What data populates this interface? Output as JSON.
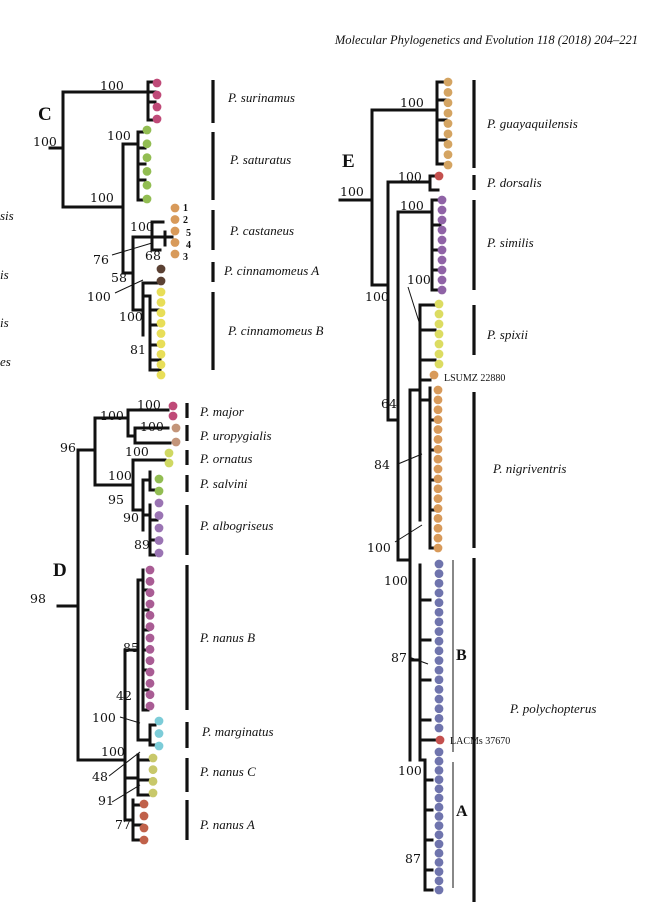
{
  "header": "Molecular Phylogenetics and Evolution 118 (2018) 204–221",
  "cut_text": [
    "sis",
    "is",
    "is",
    "es"
  ],
  "colors": {
    "magenta": "#bf4a78",
    "green": "#92bd52",
    "orange": "#d89a5a",
    "brown": "#5b4133",
    "yellow": "#e8de58",
    "tan": "#c3957a",
    "lime": "#cfd862",
    "purple": "#9a74b3",
    "plum": "#a95c94",
    "cyan": "#7cccd8",
    "rust": "#c0614a",
    "olive": "#c8c86a",
    "gold": "#d4a462",
    "red": "#c4504e",
    "violet": "#8f63a6",
    "yellowgreen": "#dcdc62",
    "navy": "#6f74ad"
  },
  "panels": {
    "C": {
      "letter": "C",
      "support": [
        "100",
        "100",
        "100",
        "100",
        "100",
        "76",
        "68",
        "58",
        "100",
        "100",
        "81"
      ],
      "tip_numbers": [
        "1",
        "2",
        "5",
        "4",
        "3"
      ],
      "species": [
        "P. surinamus",
        "P. saturatus",
        "P. castaneus",
        "P. cinnamomeus A",
        "P. cinnamomeus B"
      ]
    },
    "D": {
      "letter": "D",
      "support": [
        "96",
        "100",
        "100",
        "100",
        "100",
        "95",
        "90",
        "89",
        "98",
        "85",
        "42",
        "100",
        "100",
        "48",
        "91",
        "77"
      ],
      "species": [
        "P. major",
        "P. uropygialis",
        "P. ornatus",
        "P. salvini",
        "P. albogriseus",
        "P. nanus B",
        "P. marginatus",
        "P. nanus C",
        "P. nanus A"
      ]
    },
    "E": {
      "letter": "E",
      "support": [
        "100",
        "100",
        "100",
        "100",
        "100",
        "64",
        "84",
        "100",
        "100",
        "87",
        "100",
        "87"
      ],
      "species": [
        "P. guayaquilensis",
        "P. dorsalis",
        "P. similis",
        "P. spixii",
        "P. nigriventris",
        "P. polychopterus"
      ],
      "samples": [
        "LSUMZ 22880",
        "LACMs 37670"
      ],
      "subclades": [
        "B",
        "A"
      ]
    }
  }
}
